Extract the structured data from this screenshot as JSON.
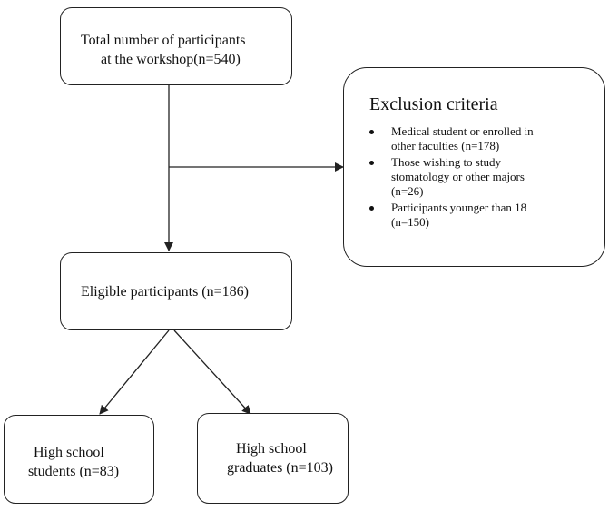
{
  "nodes": {
    "total": {
      "line1": "Total number of participants",
      "line2": "at the workshop(n=540)"
    },
    "exclusion": {
      "title": "Exclusion criteria",
      "items": [
        {
          "line1": "Medical student or enrolled in",
          "line2": "other faculties (n=178)",
          "line3": ""
        },
        {
          "line1": "Those wishing to study",
          "line2": "stomatology or other majors",
          "line3": "(n=26)"
        },
        {
          "line1": "Participants younger than 18",
          "line2": "(n=150)",
          "line3": ""
        }
      ]
    },
    "eligible": {
      "label": "Eligible participants (n=186)"
    },
    "students": {
      "line1": "High school",
      "line2": "students (n=83)"
    },
    "graduates": {
      "line1": "High school",
      "line2": "graduates (n=103)"
    }
  },
  "colors": {
    "stroke": "#222222",
    "text": "#111111",
    "background": "#ffffff"
  }
}
